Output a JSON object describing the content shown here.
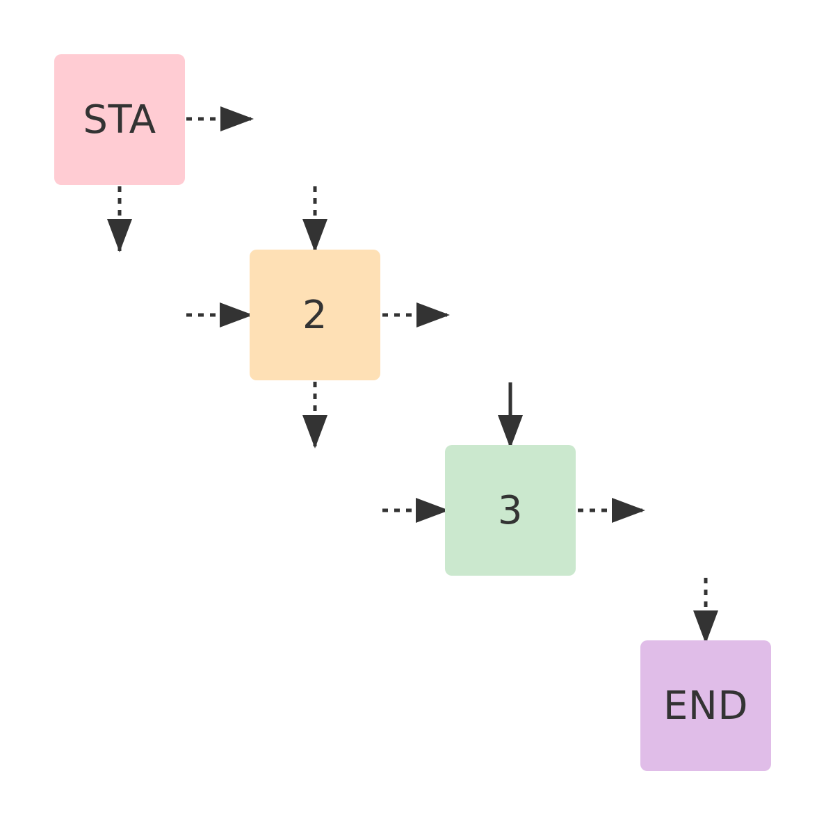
{
  "diagram": {
    "nodes": [
      {
        "id": "start",
        "label": "STA",
        "color": "#ffccd3"
      },
      {
        "id": "2",
        "label": "2",
        "color": "#fee0b5"
      },
      {
        "id": "3",
        "label": "3",
        "color": "#cbe8ce"
      },
      {
        "id": "end",
        "label": "END",
        "color": "#e0bde8"
      }
    ],
    "arrow_color": "#333333",
    "edges": [
      {
        "from": "start",
        "to": "2",
        "style": "dotted"
      },
      {
        "from": "2",
        "to": "3",
        "style": "dotted"
      },
      {
        "from": "2",
        "to": "3",
        "style": "solid"
      },
      {
        "from": "3",
        "to": "end",
        "style": "dotted"
      }
    ]
  }
}
